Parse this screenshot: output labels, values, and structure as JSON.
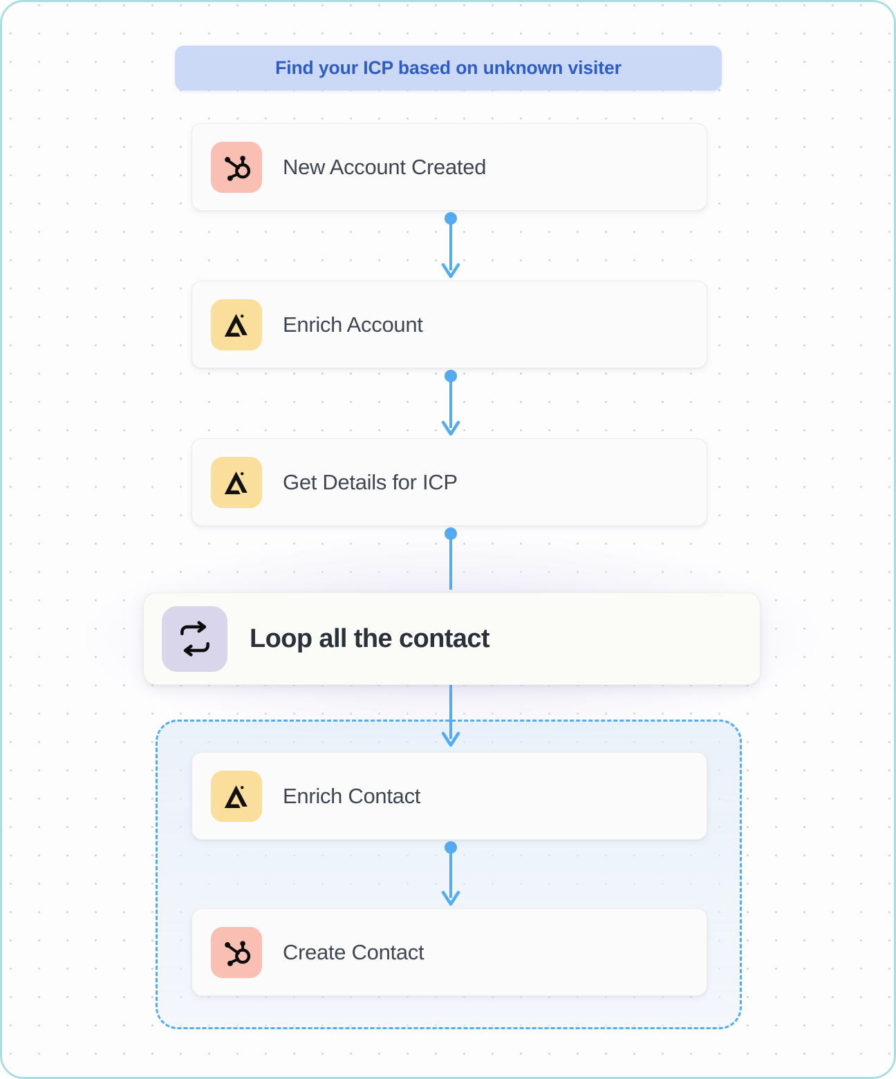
{
  "frame": {
    "border_color": "#a9dde0",
    "canvas_background": "#fdfdfe",
    "dot_color": "#d3d5da"
  },
  "header": {
    "title": "Find your ICP based on unknown visiter",
    "pill_background": "#ccd9f6",
    "text_color": "#2e5cc5"
  },
  "colors": {
    "hubspot_tile": "#f9bfb3",
    "apollo_tile": "#fadf9c",
    "loop_tile": "#d9d6ec",
    "connector": "#54abf2",
    "dashed_border": "#54abf2",
    "card_text": "#3e4651"
  },
  "workflow": {
    "nodes": [
      {
        "id": "new-account-created",
        "label": "New Account Created",
        "icon": "hubspot-icon",
        "tile": "hubspot"
      },
      {
        "id": "enrich-account",
        "label": "Enrich Account",
        "icon": "apollo-icon",
        "tile": "apollo"
      },
      {
        "id": "get-details-for-icp",
        "label": "Get Details for ICP",
        "icon": "apollo-icon",
        "tile": "apollo"
      },
      {
        "id": "loop-all-the-contact",
        "label": "Loop all the contact",
        "icon": "loop-repeat-icon",
        "tile": "loop"
      },
      {
        "id": "enrich-contact",
        "label": "Enrich Contact",
        "icon": "apollo-icon",
        "tile": "apollo"
      },
      {
        "id": "create-contact",
        "label": "Create Contact",
        "icon": "hubspot-icon",
        "tile": "hubspot"
      }
    ],
    "connectors": [
      {
        "from": "new-account-created",
        "to": "enrich-account",
        "style": "dot-line-arrow"
      },
      {
        "from": "enrich-account",
        "to": "get-details-for-icp",
        "style": "dot-line-arrow"
      },
      {
        "from": "get-details-for-icp",
        "to": "loop-all-the-contact",
        "style": "dot-line"
      },
      {
        "from": "loop-all-the-contact",
        "to": "enrich-contact",
        "style": "line-arrow"
      },
      {
        "from": "enrich-contact",
        "to": "create-contact",
        "style": "dot-line-arrow"
      }
    ],
    "loop_container": {
      "label": "loop-body-dashed-region",
      "border_style": "dashed"
    }
  }
}
